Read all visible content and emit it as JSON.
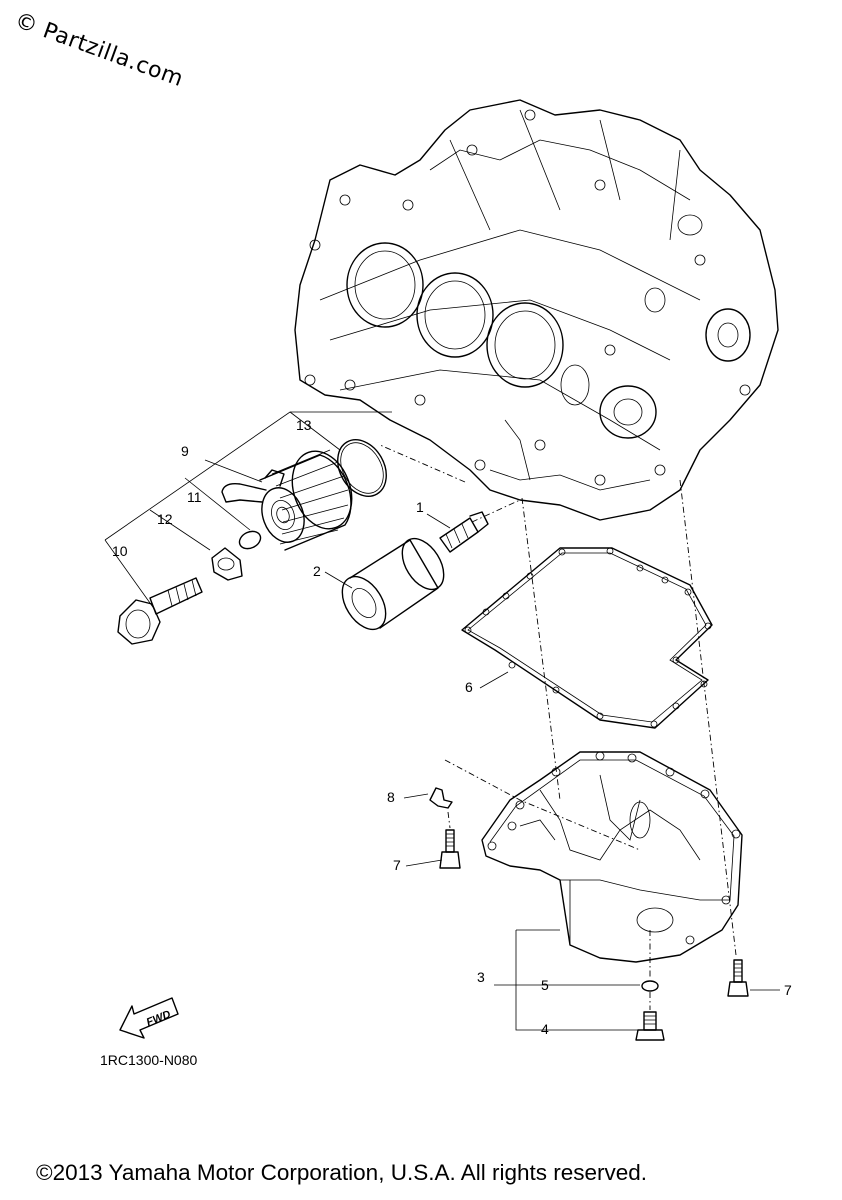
{
  "watermark": "© Partzilla.com",
  "drawing_code": "1RC1300-N080",
  "copyright": "©2013 Yamaha Motor Corporation, U.S.A. All rights reserved.",
  "fwd_label": "FWD",
  "callouts": {
    "c1": "1",
    "c2": "2",
    "c3": "3",
    "c4": "4",
    "c5": "5",
    "c6": "6",
    "c7a": "7",
    "c7b": "7",
    "c8": "8",
    "c9": "9",
    "c10": "10",
    "c11": "11",
    "c12": "12",
    "c13": "13"
  },
  "parts": [
    {
      "ref": "1",
      "name": "oil-filter-union-bolt"
    },
    {
      "ref": "2",
      "name": "oil-filter-cartridge"
    },
    {
      "ref": "3",
      "name": "oil-pan-assembly"
    },
    {
      "ref": "4",
      "name": "drain-bolt"
    },
    {
      "ref": "5",
      "name": "drain-bolt-gasket"
    },
    {
      "ref": "6",
      "name": "oil-pan-gasket"
    },
    {
      "ref": "7",
      "name": "oil-pan-bolt"
    },
    {
      "ref": "8",
      "name": "clamp"
    },
    {
      "ref": "9",
      "name": "oil-cooler-assembly"
    },
    {
      "ref": "10",
      "name": "cooler-bolt"
    },
    {
      "ref": "11",
      "name": "o-ring"
    },
    {
      "ref": "12",
      "name": "cooler-washer"
    },
    {
      "ref": "13",
      "name": "cooler-o-ring"
    }
  ]
}
